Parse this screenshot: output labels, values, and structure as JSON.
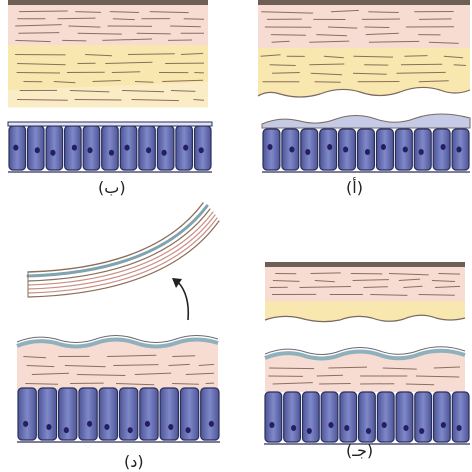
{
  "labels": {
    "top_right": "(أ)",
    "top_left": "(ب)",
    "bottom_right": "(جـ)",
    "bottom_left": "(د)"
  },
  "colors": {
    "pink_layer": "#f7dcd3",
    "yellow_layer": "#f8e7ae",
    "fibre_line": "#8c6e5a",
    "dark_top_band": "#6f5e55",
    "blue_wavy_layer": "#c5cbe6",
    "blue_membrane": "#aabbcc",
    "cell_fill": "#5a63a8",
    "cell_light": "#7d86c6",
    "cell_outline": "#2a2f5a",
    "nucleus": "#241f63",
    "arrow": "#222222"
  }
}
